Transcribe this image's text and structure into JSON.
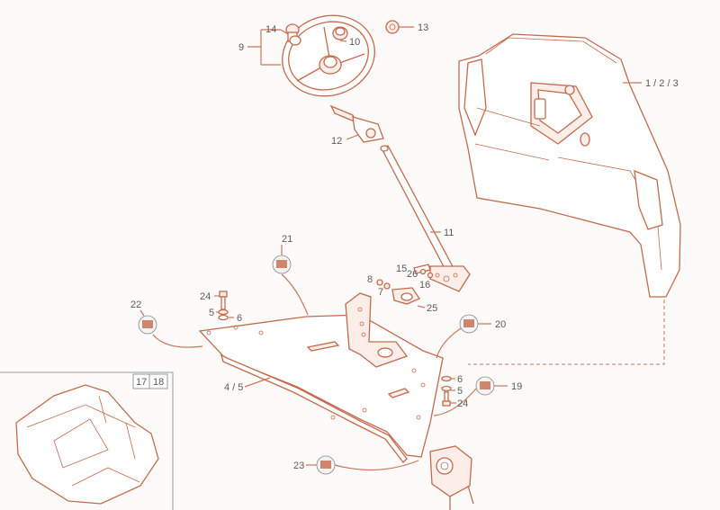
{
  "callouts": [
    {
      "id": "c9",
      "text": "9"
    },
    {
      "id": "c14",
      "text": "14"
    },
    {
      "id": "c10",
      "text": "10"
    },
    {
      "id": "c13",
      "text": "13"
    },
    {
      "id": "c12",
      "text": "12"
    },
    {
      "id": "c123",
      "text": "1 / 2 / 3"
    },
    {
      "id": "c11",
      "text": "11"
    },
    {
      "id": "c21",
      "text": "21"
    },
    {
      "id": "c15",
      "text": "15"
    },
    {
      "id": "c26",
      "text": "26"
    },
    {
      "id": "c16",
      "text": "16"
    },
    {
      "id": "c8",
      "text": "8"
    },
    {
      "id": "c7",
      "text": "7"
    },
    {
      "id": "c25",
      "text": "25"
    },
    {
      "id": "c24a",
      "text": "24"
    },
    {
      "id": "c5a",
      "text": "5"
    },
    {
      "id": "c6a",
      "text": "6"
    },
    {
      "id": "c22",
      "text": "22"
    },
    {
      "id": "c20",
      "text": "20"
    },
    {
      "id": "c45",
      "text": "4 / 5"
    },
    {
      "id": "c6b",
      "text": "6"
    },
    {
      "id": "c5b",
      "text": "5"
    },
    {
      "id": "c24b",
      "text": "24"
    },
    {
      "id": "c19",
      "text": "19"
    },
    {
      "id": "c23",
      "text": "23"
    }
  ],
  "inset": {
    "label_a": "17",
    "label_b": "18"
  }
}
